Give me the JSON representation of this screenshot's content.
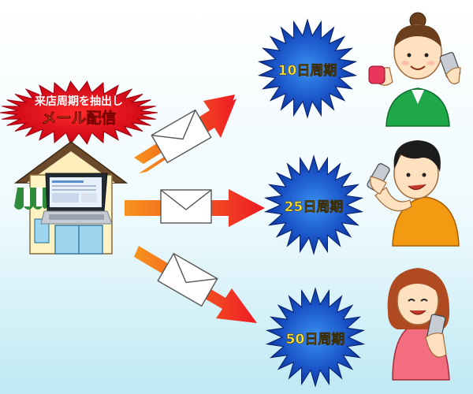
{
  "callout": {
    "line1": "来店周期を抽出し",
    "line2": "メール配信"
  },
  "bursts": [
    {
      "label": "10日周期"
    },
    {
      "label": "25日周期"
    },
    {
      "label": "50日周期"
    }
  ],
  "colors": {
    "background_top": "#ffffff",
    "background_bottom": "#bfe9f3",
    "callout_red": "#e0001a",
    "callout_text_line1": "#ffffff",
    "callout_text_line2": "#ffe23a",
    "burst_dark": "#0a2a8c",
    "burst_light": "#1f6fe0",
    "burst_text": "#ffe23a",
    "arrow_orange": "#f7941d",
    "arrow_red": "#ee1c25"
  },
  "icons": [
    "store-icon",
    "laptop-icon",
    "envelope-icon",
    "woman-with-phone-icon",
    "man-with-phone-icon",
    "woman-long-hair-with-phone-icon"
  ]
}
